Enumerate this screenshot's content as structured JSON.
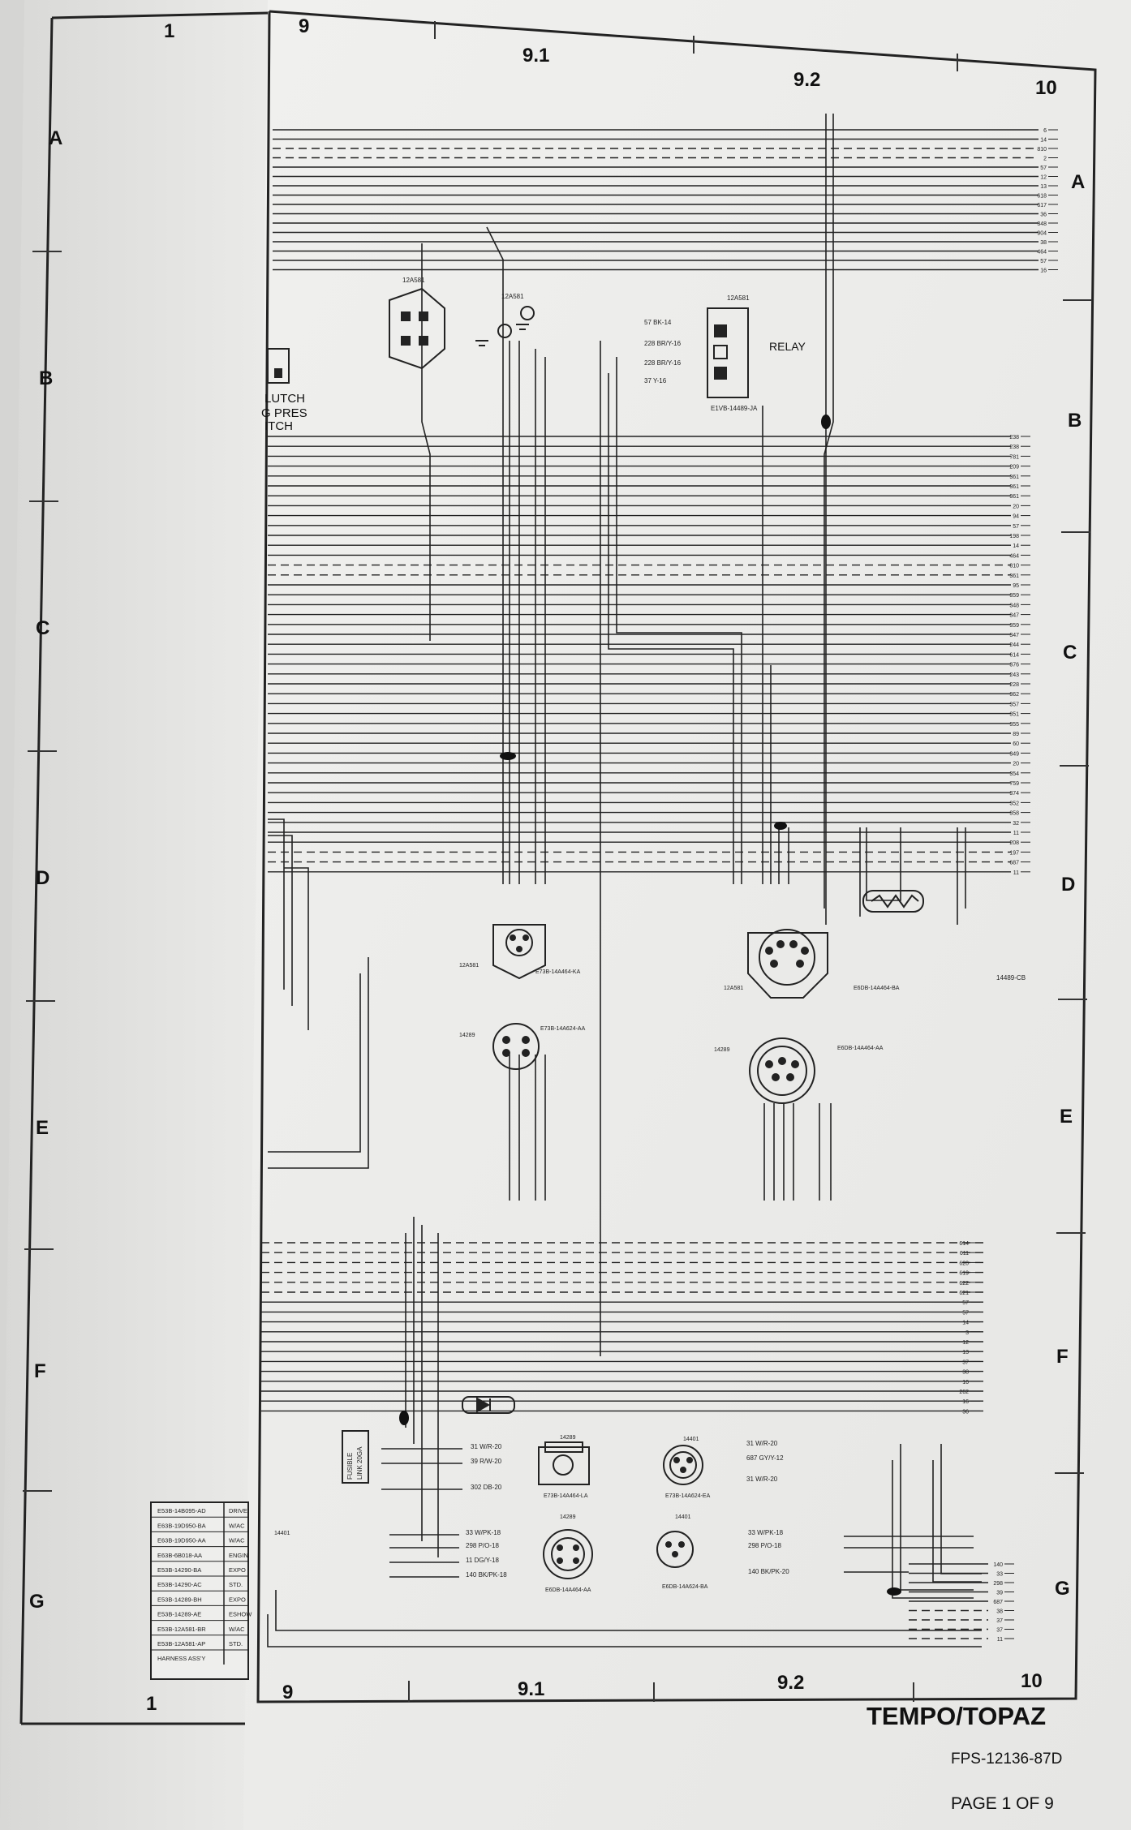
{
  "title": "TEMPO/TOPAZ",
  "doc_number": "FPS-12136-87D",
  "page_label": "PAGE 1 OF 9",
  "grid": {
    "left_cols": [
      "1",
      "9",
      "9.1",
      "9.2",
      "10"
    ],
    "bottom_cols": [
      "1",
      "9",
      "9.1",
      "9.2",
      "10"
    ],
    "left_rows": [
      "A",
      "B",
      "C",
      "D",
      "E",
      "F",
      "G"
    ],
    "right_rows": [
      "A",
      "B",
      "C",
      "D",
      "E",
      "F",
      "G"
    ]
  },
  "labels": {
    "relay": "RELAY",
    "clutch_1": "LUTCH",
    "clutch_2": "G PRES",
    "clutch_3": "ITCH",
    "conn_12a581_1": "12A581",
    "conn_12a581_2": "12A581",
    "conn_12a581_3": "12A581",
    "conn_14289_1": "14289",
    "conn_14289_2": "14289",
    "conn_14289_3": "14289",
    "conn_14401_1": "14401",
    "conn_14401_2": "14401",
    "conn_14401_3": "14401",
    "part_e1vb": "E1VB-14489-JA",
    "part_e73b_1": "E73B-14A464-KA",
    "part_e73b_2": "E73B-14A624-AA",
    "part_e6db_1": "E6DB-14A464-BA",
    "part_e6db_2": "E6DB-14A464-AA",
    "part_e73b_3": "E73B-14A464-LA",
    "part_e73b_4": "E73B-14A624-EA",
    "part_e6db_3": "E6DB-14A464-AA",
    "part_e6db_4": "E6DB-14A624-BA",
    "part_14489cb": "14489-CB",
    "fusible_1": "FUSIBLE",
    "fusible_2": "LINK 20GA"
  },
  "right_wire_numbers_a": [
    "6",
    "14",
    "810",
    "2",
    "57",
    "12",
    "13",
    "618",
    "617",
    "36",
    "348",
    "904",
    "38",
    "464",
    "57",
    "16"
  ],
  "right_wire_numbers_b": [
    "238",
    "238",
    "781",
    "209",
    "361",
    "361",
    "361",
    "20",
    "94",
    "57",
    "198",
    "14",
    "464",
    "810",
    "361",
    "95",
    "359",
    "348",
    "347",
    "359",
    "347",
    "244",
    "614",
    "376",
    "243",
    "228",
    "362",
    "357",
    "351",
    "355",
    "89",
    "60",
    "349",
    "20",
    "354",
    "759",
    "374",
    "352",
    "358",
    "32",
    "11",
    "208",
    "197",
    "687",
    "11"
  ],
  "right_wire_numbers_f": [
    "614",
    "611",
    "620",
    "619",
    "622",
    "621",
    "57",
    "57",
    "14",
    "3",
    "12",
    "13",
    "37",
    "38",
    "16",
    "262",
    "16",
    "36"
  ],
  "right_wire_numbers_g": [
    "140",
    "33",
    "298",
    "39",
    "687",
    "38",
    "37",
    "37",
    "11"
  ],
  "wire_labels": {
    "w1": "57 BK-14",
    "w2": "228 BR/Y-16",
    "w3": "228 BR/Y-16",
    "w4": "37 Y-16",
    "w5": "31 W/R-20",
    "w6": "39 R/W-20",
    "w7": "302 DB-20",
    "w8": "33 W/PK-18",
    "w9": "298 P/O-18",
    "w10": "11 DG/Y-18",
    "w11": "140 BK/PK-18",
    "w12": "31 W/R-20",
    "w13": "687 GY/Y-12",
    "w14": "31 W/R-20",
    "w15": "33 W/PK-18",
    "w16": "298 P/O-18",
    "w17": "140 BK/PK-20"
  },
  "table_rows": [
    {
      "part": "E53B-14B095-AD",
      "desc": "DRIVE"
    },
    {
      "part": "E63B-19D950-BA",
      "desc": "W/AC"
    },
    {
      "part": "E63B-19D950-AA",
      "desc": "W/AC"
    },
    {
      "part": "E63B-6B018-AA",
      "desc": "ENGIN"
    },
    {
      "part": "E53B-14290-BA",
      "desc": "EXPO"
    },
    {
      "part": "E53B-14290-AC",
      "desc": "STD."
    },
    {
      "part": "E53B-14289-BH",
      "desc": "EXPO"
    },
    {
      "part": "E53B-14289-AE",
      "desc": "ESHOW"
    },
    {
      "part": "E53B-12A581-BR",
      "desc": "W/AC"
    },
    {
      "part": "E53B-12A581-AP",
      "desc": "STD."
    },
    {
      "part": "HARNESS ASS'Y",
      "desc": ""
    }
  ]
}
